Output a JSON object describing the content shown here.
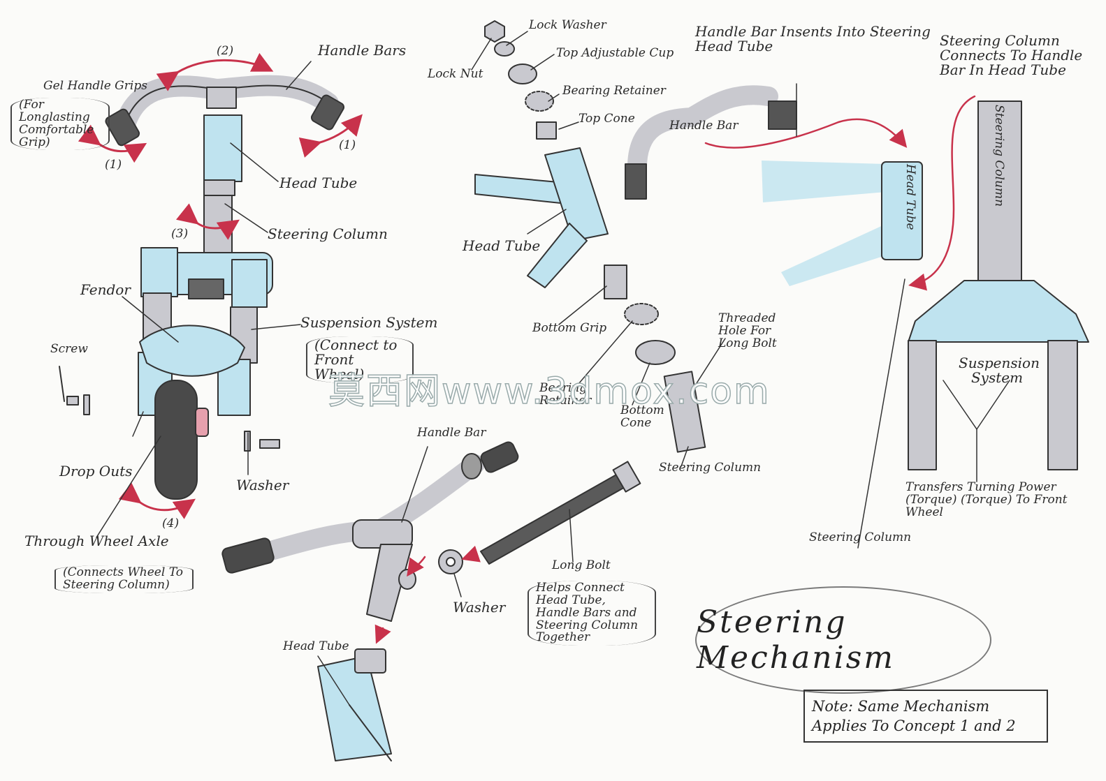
{
  "title": "Steering Mechanism",
  "note": "Note: Same Mechanism Applies To Concept 1 and 2",
  "watermark": "莫西网www.3dmox.com",
  "colors": {
    "tube_blue": "#bfe3ef",
    "metal_grey": "#c9c9cf",
    "arrow_red": "#c8324b",
    "ink": "#2a2a2a"
  },
  "left_assembly": {
    "handle_bars": "Handle Bars",
    "gel_grips": "Gel Handle Grips",
    "gel_grips_note": "(For Longlasting Comfortable Grip)",
    "head_tube": "Head Tube",
    "steering_column": "Steering Column",
    "fendor": "Fendor",
    "suspension": "Suspension System",
    "suspension_note": "(Connect to Front Wheel)",
    "screw": "Screw",
    "drop_outs": "Drop Outs",
    "washer": "Washer",
    "axle": "Through Wheel Axle",
    "axle_note": "(Connects Wheel To Steering Column)",
    "motion_2": "(2)",
    "motion_1a": "(1)",
    "motion_1b": "(1)",
    "motion_3": "(3)",
    "motion_4": "(4)"
  },
  "exploded_headset": {
    "lock_nut": "Lock Nut",
    "lock_washer": "Lock Washer",
    "top_cup": "Top Adjustable Cup",
    "bearing_retainer_top": "Bearing Retainer",
    "top_cone": "Top Cone",
    "head_tube": "Head Tube",
    "bottom_grip": "Bottom Grip",
    "bearing_retainer_bottom": "Bearing Retainer",
    "bottom_cone": "Bottom Cone",
    "threaded_hole": "Threaded Hole For Long Bolt",
    "steering_column": "Steering Column"
  },
  "handlebar_insert": {
    "caption": "Handle Bar Insents Into Steering Head Tube",
    "handle_bar": "Handle Bar",
    "head_tube": "Head Tube"
  },
  "steering_column_view": {
    "caption": "Steering Column Connects To Handle Bar In Head Tube",
    "column_label": "Steering Column",
    "suspension": "Suspension System",
    "torque": "Transfers Turning Power (Torque) (Torque) To Front Wheel",
    "steering_column": "Steering Column"
  },
  "bolt_assembly": {
    "handle_bar": "Handle Bar",
    "long_bolt": "Long Bolt",
    "long_bolt_note": "Helps Connect Head Tube, Handle Bars and Steering Column Together",
    "washer": "Washer",
    "head_tube": "Head Tube"
  }
}
